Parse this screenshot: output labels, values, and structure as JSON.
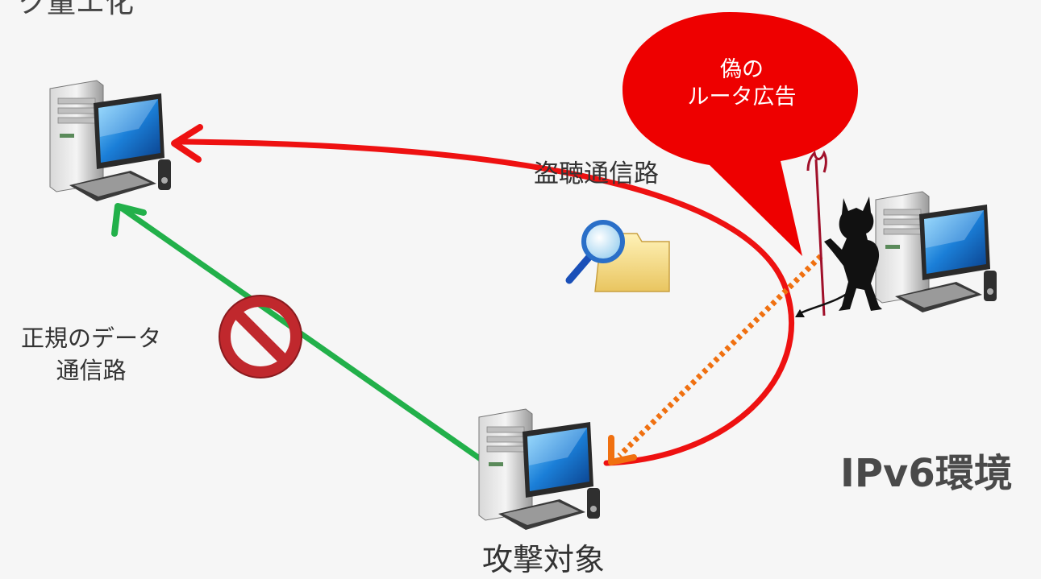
{
  "top_cut_text": "ク量エ化",
  "bubble": {
    "line1": "偽の",
    "line2": "ルータ広告",
    "color": "#ee0000"
  },
  "labels": {
    "tap_path": "盗聴通信路",
    "legit_path_line1": "正規のデータ",
    "legit_path_line2": "通信路",
    "target": "攻撃対象",
    "environment": "IPv6環境"
  },
  "colors": {
    "tap_path": "#ee1111",
    "legit_path": "#22b04a",
    "fake_ra": "#f07010",
    "prohibit": "#c0282d"
  },
  "icons": [
    "computer-icon",
    "magnifier-folder-icon",
    "prohibit-icon",
    "devil-icon",
    "trident-icon"
  ]
}
